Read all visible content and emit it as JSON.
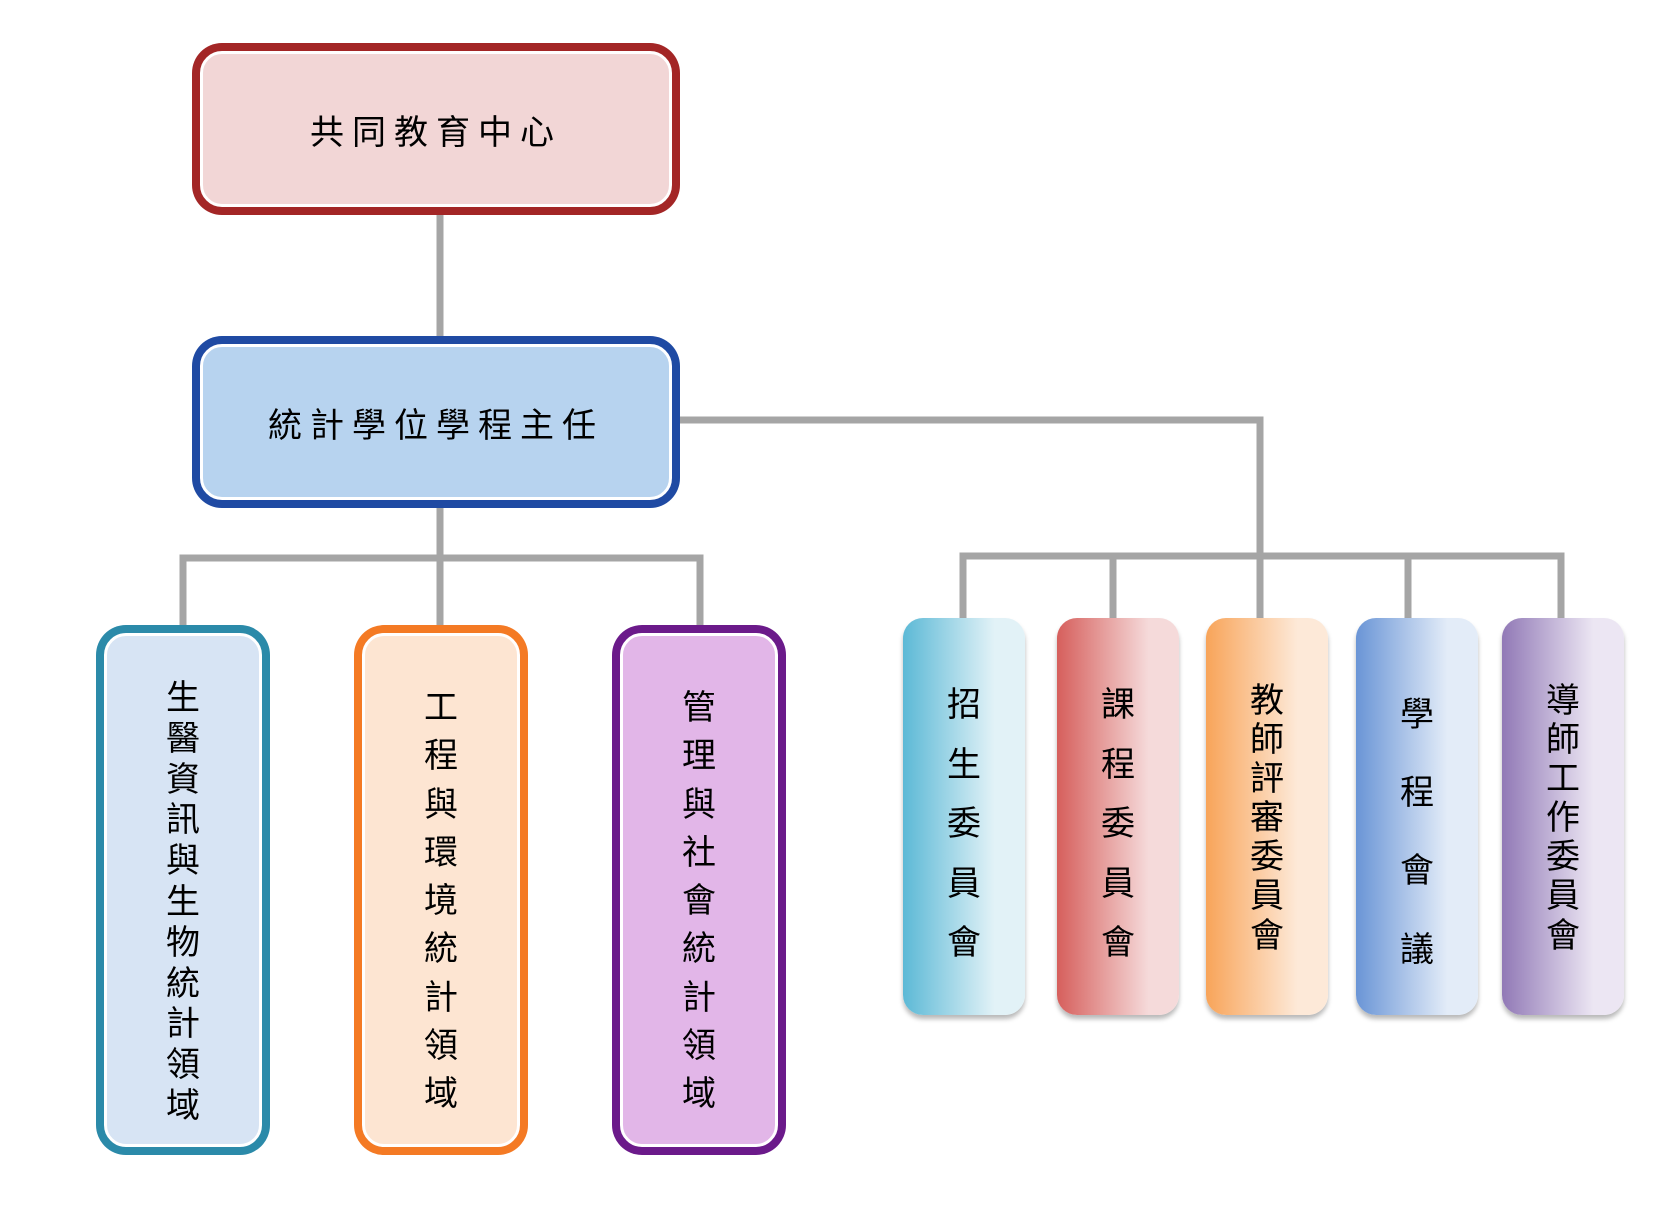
{
  "nodes": {
    "top": {
      "label": "共同教育中心",
      "border": "#a32626",
      "fill": "#f2d6d6"
    },
    "director": {
      "label": "統計學位學程主任",
      "border": "#1f4aa3",
      "fill": "#b7d3ef"
    }
  },
  "fields": [
    {
      "label": "生醫資訊與生物統計領域",
      "border": "#2b8aa9",
      "fill": "#d7e4f4"
    },
    {
      "label": "工程與環境統計領域",
      "border": "#f47a24",
      "fill": "#fde5d2"
    },
    {
      "label": "管理與社會統計領域",
      "border": "#6b1a8a",
      "fill": "#e2b6e8"
    }
  ],
  "committees": [
    {
      "label": "招生委員會",
      "color": "#5cb9d6",
      "light": "#e2f2f7"
    },
    {
      "label": "課程委員會",
      "color": "#d65f5c",
      "light": "#f5dada"
    },
    {
      "label": "教師評審委員會",
      "color": "#f8a459",
      "light": "#fde9d8"
    },
    {
      "label": "學程會議",
      "color": "#6a95d6",
      "light": "#e3ecf8"
    },
    {
      "label": "導師工作委員會",
      "color": "#9179b6",
      "light": "#ece6f3"
    }
  ],
  "connector_color": "#a5a5a5"
}
